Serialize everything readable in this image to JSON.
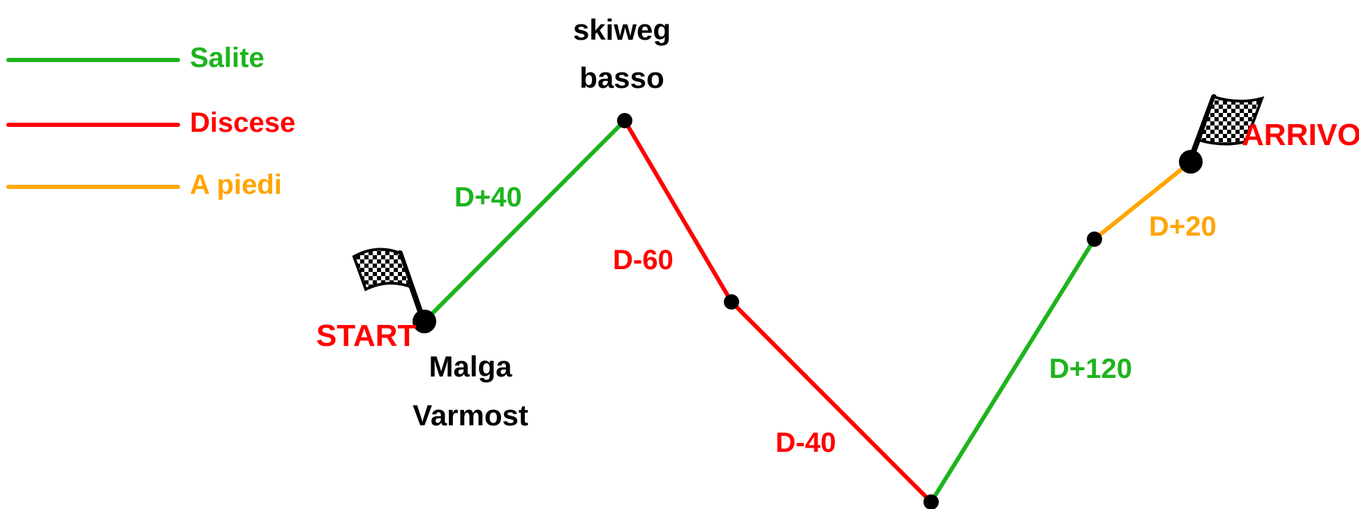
{
  "colors": {
    "salite": "#1db41d",
    "discese": "#ff0000",
    "a_piedi": "#ffa500",
    "node": "#000000",
    "place_text": "#000000",
    "background": "#ffffff"
  },
  "legend": {
    "salite": "Salite",
    "discese": "Discese",
    "a_piedi": "A piedi"
  },
  "places": {
    "start_line1": "Malga",
    "start_line2": "Varmost",
    "top_line1": "skiweg",
    "top_line2": "basso"
  },
  "flags": {
    "start_label": "START",
    "finish_label": "ARRIVO",
    "icon": "checkered-flag-icon"
  },
  "segments": {
    "d_plus_40": "D+40",
    "d_minus_60": "D-60",
    "d_minus_40": "D-40",
    "d_plus_120": "D+120",
    "d_plus_20": "D+20"
  }
}
